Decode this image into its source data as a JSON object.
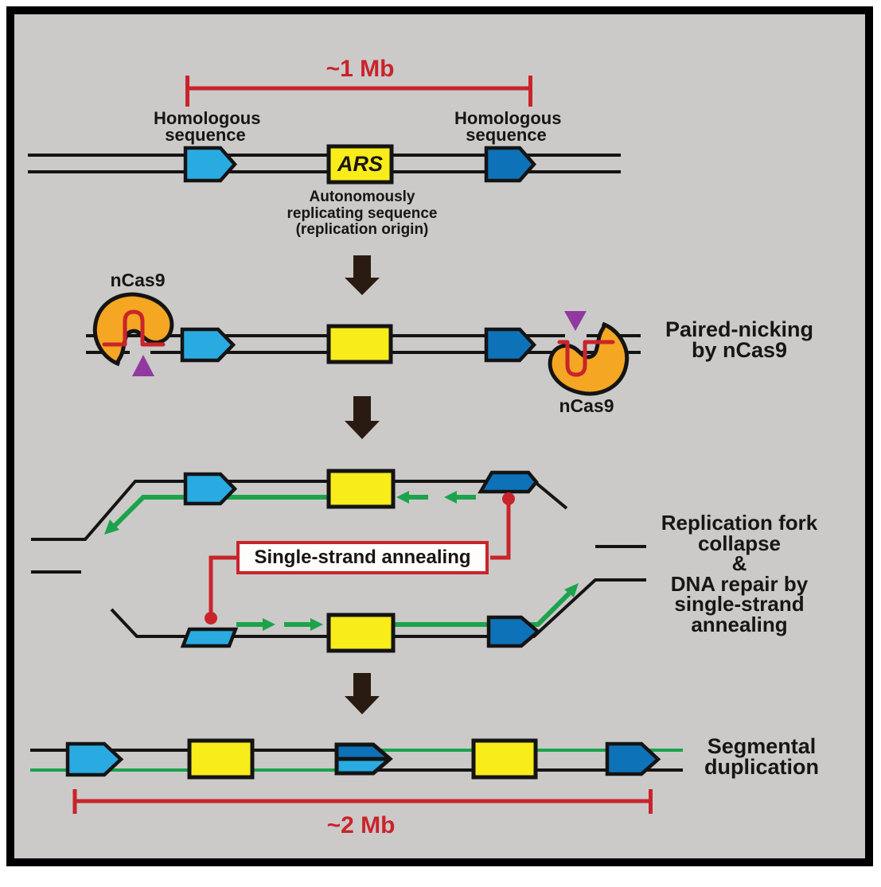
{
  "figure": {
    "panel1": {
      "scale_label": "~1 Mb",
      "homology_left_lines": [
        "Homologous",
        "sequence"
      ],
      "homology_right_lines": [
        "Homologous",
        "sequence"
      ],
      "ars_label": "ARS",
      "ars_caption_lines": [
        "Autonomously",
        "replicating sequence",
        "(replication origin)"
      ]
    },
    "panel2": {
      "enzyme_left_label": "nCas9",
      "enzyme_right_label": "nCas9",
      "step_lines": [
        "Paired-nicking",
        "by nCas9"
      ]
    },
    "panel3": {
      "annealing_label": "Single-strand annealing",
      "step_lines": [
        "Replication fork",
        "collapse",
        "&",
        "DNA repair by",
        "single-strand",
        "annealing"
      ]
    },
    "panel4": {
      "scale_label": "~2 Mb",
      "step_lines": [
        "Segmental",
        "duplication"
      ]
    },
    "colors": {
      "background": "#cbcac9",
      "light_blue": "#29abe2",
      "dark_blue": "#0e72b8",
      "yellow": "#f9ec1b",
      "green": "#1ca34c",
      "red": "#c9242b",
      "orange": "#f5a623",
      "purple": "#9139a0",
      "flow_arrow": "#2a1b12",
      "line": "#141414"
    }
  }
}
